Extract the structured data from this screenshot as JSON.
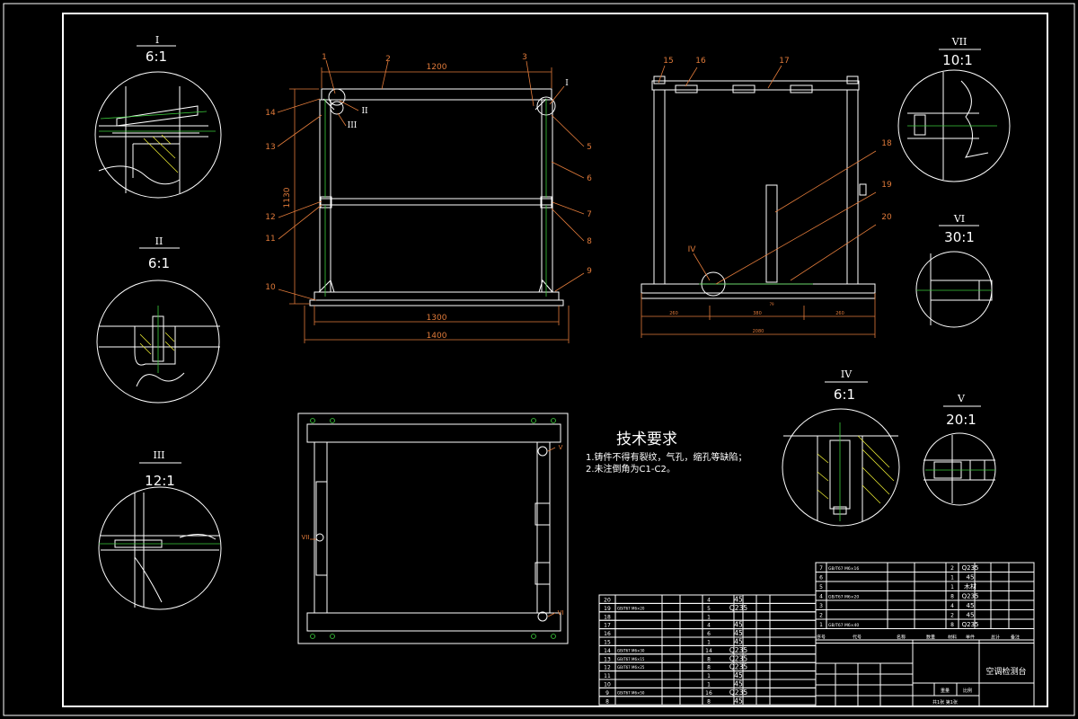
{
  "colors": {
    "background": "#000000",
    "line": "#ffffff",
    "dimension": "#e07a3a",
    "center": "#3ccd3c",
    "hatch": "#e6e632"
  },
  "details": {
    "d1": {
      "roman": "I",
      "scale": "6:1"
    },
    "d2": {
      "roman": "II",
      "scale": "6:1"
    },
    "d3": {
      "roman": "III",
      "scale": "12:1"
    },
    "d7": {
      "roman": "VII",
      "scale": "10:1"
    },
    "d6": {
      "roman": "VI",
      "scale": "30:1"
    },
    "d4": {
      "roman": "IV",
      "scale": "6:1"
    },
    "d5": {
      "roman": "V",
      "scale": "20:1"
    }
  },
  "front": {
    "dims": {
      "top": "1200",
      "height": "1130",
      "mid": "1300",
      "bottom": "1400"
    },
    "leaders": [
      "1",
      "2",
      "3",
      "I",
      "14",
      "13",
      "II",
      "III",
      "5",
      "6",
      "7",
      "8",
      "9",
      "10",
      "11",
      "12"
    ]
  },
  "side": {
    "leaders": [
      "15",
      "16",
      "17",
      "18",
      "19",
      "20",
      "IV"
    ],
    "dims": {
      "a": "260",
      "b": "380",
      "c": "260",
      "total": "2080",
      "small": "79"
    }
  },
  "plan": {
    "marks": [
      "V",
      "VI",
      "VII"
    ]
  },
  "tech": {
    "title": "技术要求",
    "lines": [
      "1.铸件不得有裂纹，气孔，缩孔等缺陷；",
      "2.未注倒角为C1-C2。"
    ]
  },
  "bom_right": {
    "rows": [
      {
        "no": "7",
        "code": "GB/T67 M6×16",
        "qty": "2",
        "mat": "Q235"
      },
      {
        "no": "6",
        "code": "",
        "qty": "1",
        "mat": "45"
      },
      {
        "no": "5",
        "code": "",
        "qty": "1",
        "mat": "木材"
      },
      {
        "no": "4",
        "code": "GB/T67 M6×20",
        "qty": "8",
        "mat": "Q235"
      },
      {
        "no": "3",
        "code": "",
        "qty": "4",
        "mat": "45"
      },
      {
        "no": "2",
        "code": "",
        "qty": "2",
        "mat": "45"
      },
      {
        "no": "1",
        "code": "GB/T67 M6×40",
        "qty": "8",
        "mat": "Q235"
      }
    ],
    "header": [
      "序号",
      "代号",
      "名称",
      "数量",
      "材料",
      "单件",
      "总计",
      "备注"
    ]
  },
  "bom_left": {
    "rows": [
      {
        "no": "20",
        "code": "",
        "qty": "4",
        "mat": "45"
      },
      {
        "no": "19",
        "code": "GB/T67 M6×20",
        "qty": "5",
        "mat": "Q235"
      },
      {
        "no": "18",
        "code": "",
        "qty": "1",
        "mat": ""
      },
      {
        "no": "17",
        "code": "",
        "qty": "4",
        "mat": "45"
      },
      {
        "no": "16",
        "code": "",
        "qty": "6",
        "mat": "45"
      },
      {
        "no": "15",
        "code": "",
        "qty": "1",
        "mat": "45"
      },
      {
        "no": "14",
        "code": "GB/T67 M6×30",
        "qty": "14",
        "mat": "Q235"
      },
      {
        "no": "13",
        "code": "GB/T67 M6×15",
        "qty": "8",
        "mat": "Q235"
      },
      {
        "no": "12",
        "code": "GB/T67 M6×25",
        "qty": "8",
        "mat": "Q235"
      },
      {
        "no": "11",
        "code": "",
        "qty": "1",
        "mat": "45"
      },
      {
        "no": "10",
        "code": "",
        "qty": "1",
        "mat": "45"
      },
      {
        "no": "9",
        "code": "GB/T67 M6×50",
        "qty": "16",
        "mat": "Q235"
      },
      {
        "no": "8",
        "code": "",
        "qty": "8",
        "mat": "45"
      }
    ]
  },
  "title_block": {
    "name": "空调检测台",
    "weight": "重量",
    "scale": "比例",
    "sheet": "共1张 第1张"
  }
}
